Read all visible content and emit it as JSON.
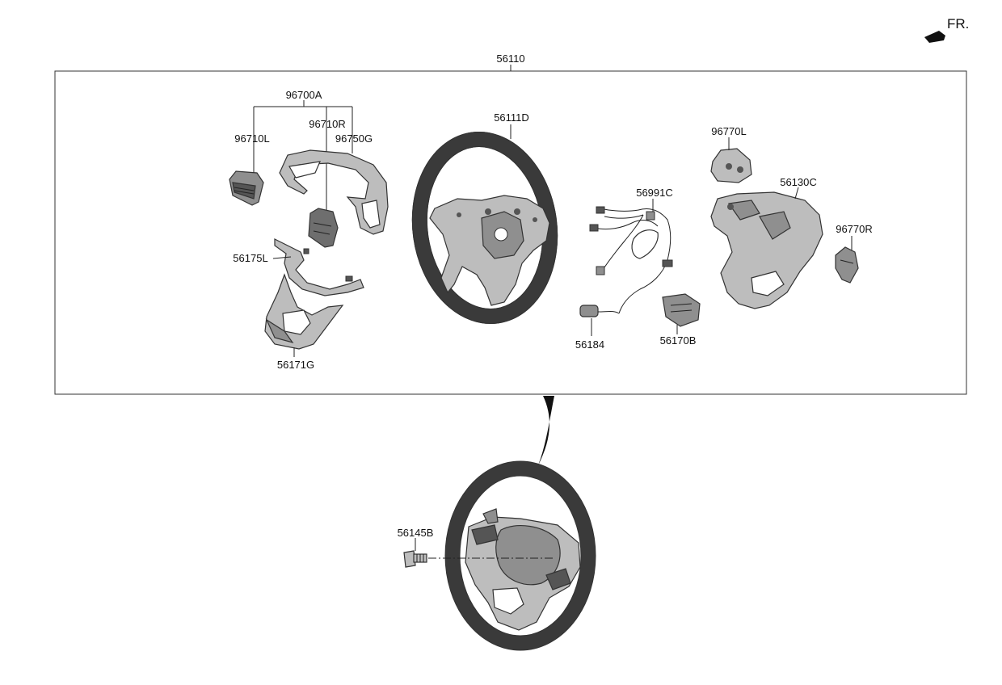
{
  "orientation_label": "FR.",
  "colors": {
    "line": "#222222",
    "part_fill": "#bdbdbd",
    "part_shade": "#8f8f8f",
    "part_dark": "#555555",
    "frame": "#333333",
    "background": "#ffffff"
  },
  "parts": {
    "assembly": "56110",
    "switch_group": "96700A",
    "switch_left": "96710L",
    "switch_right": "96710R",
    "upper_cover": "96750G",
    "wheel_frame": "56111D",
    "harness": "56991C",
    "wheel_cover": "56130C",
    "remote_left": "96770L",
    "remote_right": "96770R",
    "lower_trim": "56175L",
    "lower_cover": "56171G",
    "connector": "56184",
    "cover_cap": "56170B",
    "bolt": "56145B"
  }
}
